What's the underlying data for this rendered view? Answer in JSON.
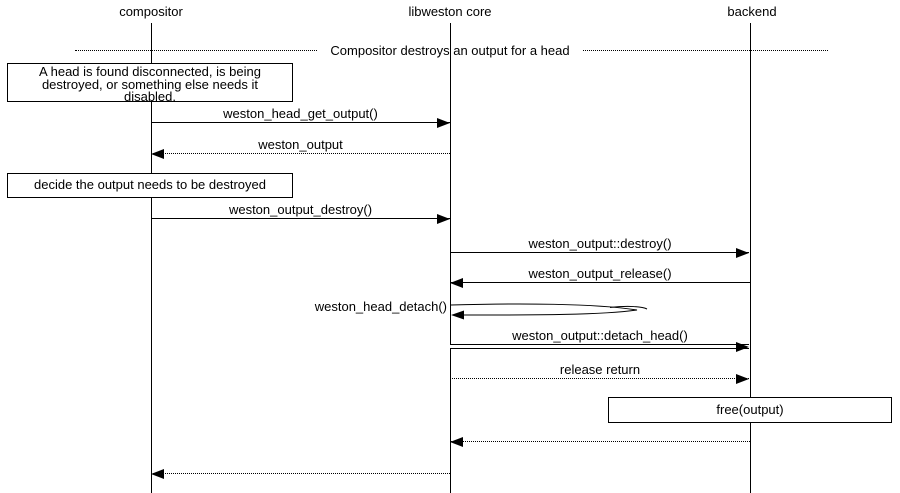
{
  "diagram": {
    "type": "sequence-diagram",
    "colors": {
      "foreground": "#000000",
      "background": "#ffffff"
    }
  },
  "lifelines": [
    {
      "name": "compositor"
    },
    {
      "name": "libweston core"
    },
    {
      "name": "backend"
    }
  ],
  "divider": {
    "label": "Compositor destroys an output for a head"
  },
  "notes": [
    {
      "lines": [
        "A head is found disconnected, is being",
        "destroyed, or something else needs it",
        "disabled."
      ]
    },
    {
      "text": "decide the output needs to be destroyed"
    },
    {
      "text": "free(output)"
    }
  ],
  "messages": [
    {
      "label": "weston_head_get_output()",
      "from": "compositor",
      "to": "libweston core",
      "kind": "call",
      "line": "solid"
    },
    {
      "label": "weston_output",
      "from": "libweston core",
      "to": "compositor",
      "kind": "return",
      "line": "dotted"
    },
    {
      "label": "weston_output_destroy()",
      "from": "compositor",
      "to": "libweston core",
      "kind": "call",
      "line": "solid"
    },
    {
      "label": "weston_output::destroy()",
      "from": "libweston core",
      "to": "backend",
      "kind": "call",
      "line": "solid"
    },
    {
      "label": "weston_output_release()",
      "from": "backend",
      "to": "libweston core",
      "kind": "call",
      "line": "solid"
    },
    {
      "label": "weston_head_detach()",
      "from": "libweston core",
      "to": "libweston core",
      "kind": "self-call",
      "line": "loop"
    },
    {
      "label": "weston_output::detach_head()",
      "from": "libweston core",
      "to": "backend",
      "kind": "method-call",
      "line": "double"
    },
    {
      "label": "release return",
      "from": "libweston core",
      "to": "backend",
      "kind": "return",
      "line": "dotted"
    },
    {
      "label": "",
      "from": "backend",
      "to": "libweston core",
      "kind": "return",
      "line": "dotted"
    },
    {
      "label": "",
      "from": "libweston core",
      "to": "compositor",
      "kind": "return",
      "line": "dotted"
    }
  ]
}
